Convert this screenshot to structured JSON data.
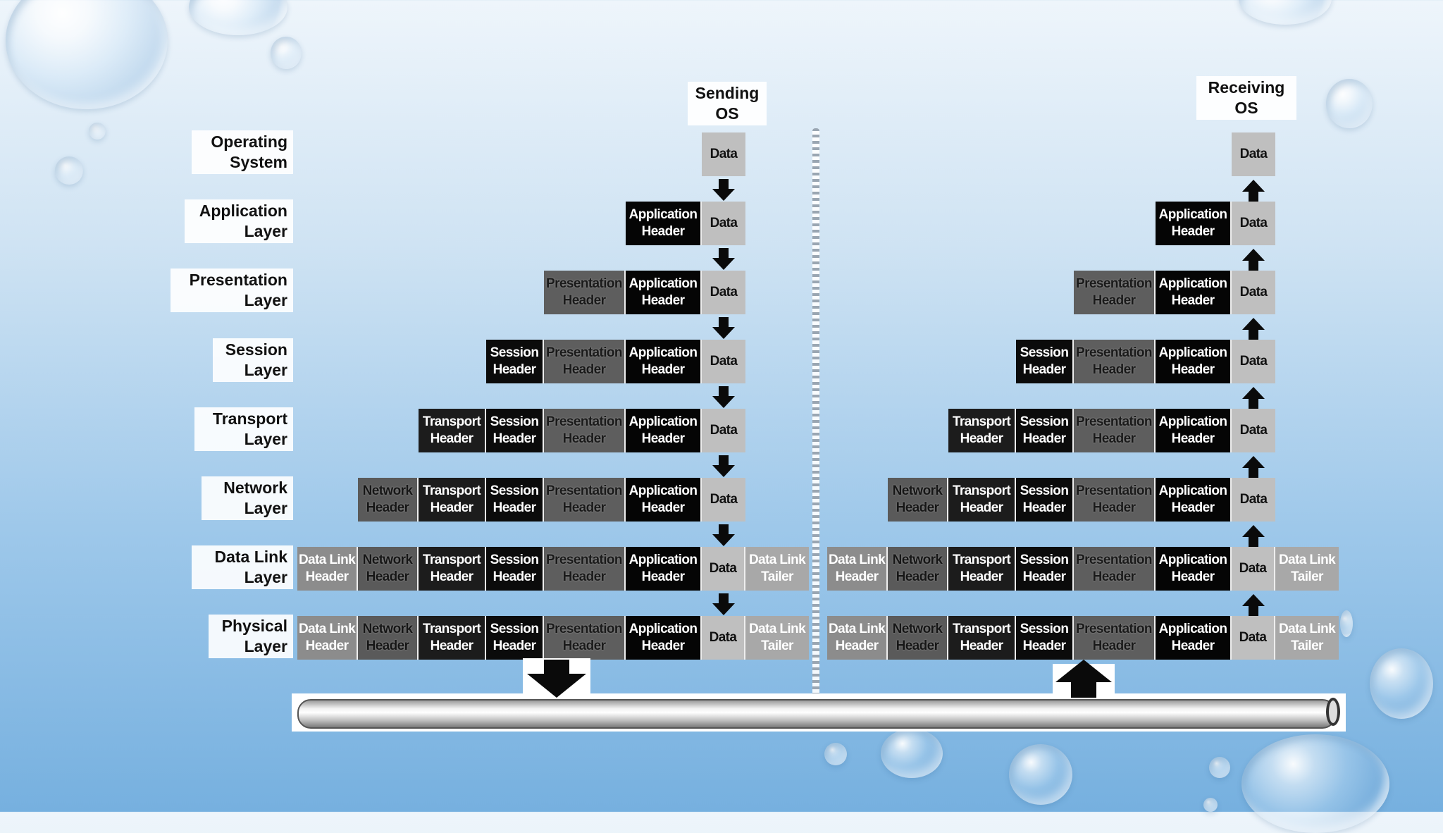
{
  "os": {
    "sending": "Sending\nOS",
    "receiving": "Receiving\nOS"
  },
  "layers": [
    "Operating\nSystem",
    "Application\nLayer",
    "Presentation\nLayer",
    "Session\nLayer",
    "Transport\nLayer",
    "Network\nLayer",
    "Data Link\nLayer",
    "Physical\nLayer"
  ],
  "blocks": {
    "dl": "Data Link\nHeader",
    "net": "Network\nHeader",
    "tr": "Transport\nHeader",
    "ses": "Session\nHeader",
    "pre": "Presentation\nHeader",
    "app": "Application\nHeader",
    "data": "Data",
    "tail": "Data Link\nTailer"
  },
  "stacks": [
    [
      "data"
    ],
    [
      "app",
      "data"
    ],
    [
      "pre",
      "app",
      "data"
    ],
    [
      "ses",
      "pre",
      "app",
      "data"
    ],
    [
      "tr",
      "ses",
      "pre",
      "app",
      "data"
    ],
    [
      "net",
      "tr",
      "ses",
      "pre",
      "app",
      "data"
    ],
    [
      "dl",
      "net",
      "tr",
      "ses",
      "pre",
      "app",
      "data",
      "tail"
    ],
    [
      "dl",
      "net",
      "tr",
      "ses",
      "pre",
      "app",
      "data",
      "tail"
    ]
  ],
  "colors": {
    "arrow": "#0a0a0a"
  }
}
